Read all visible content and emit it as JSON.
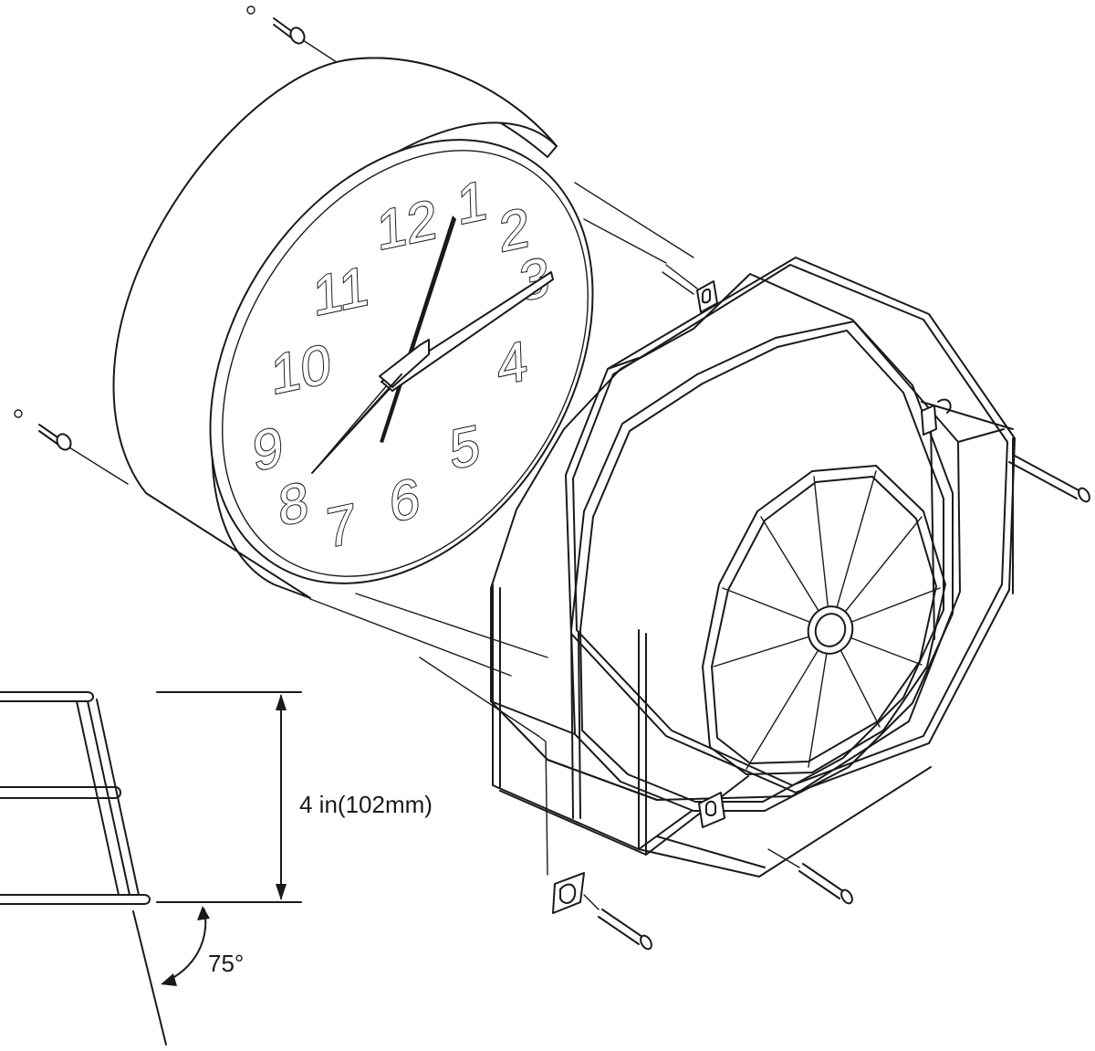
{
  "figure": {
    "clock_numerals": [
      "12",
      "1",
      "2",
      "3",
      "4",
      "5",
      "6",
      "7",
      "8",
      "9",
      "10",
      "11"
    ],
    "dimension_label": "4 in(102mm)",
    "angle_label": "75°"
  },
  "icons": {
    "clock": "wall-clock-icon",
    "guard": "wire-guard-icon",
    "screw": "screw-icon",
    "bracket": "mounting-clip-icon"
  },
  "colors": {
    "line": "#1a1a1a",
    "background": "#ffffff"
  }
}
